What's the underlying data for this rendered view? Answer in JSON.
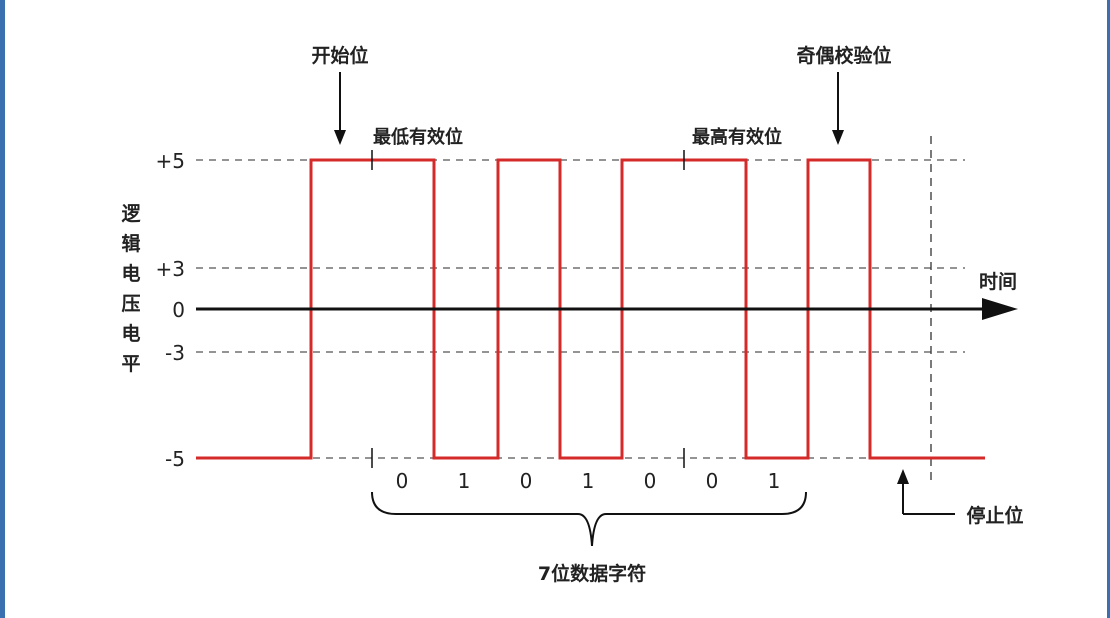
{
  "labels": {
    "start_bit": "开始位",
    "lsb": "最低有效位",
    "msb": "最高有效位",
    "parity_bit": "奇偶校验位",
    "stop_bit": "停止位",
    "time_axis": "时间",
    "y_axis": "逻辑电压电平",
    "data_char": "7位数据字符"
  },
  "levels": [
    "+5",
    "+3",
    "0",
    "-3",
    "-5"
  ],
  "data_bits": [
    "0",
    "1",
    "0",
    "1",
    "0",
    "0",
    "1"
  ],
  "colors": {
    "signal": "#d42a2a",
    "axis": "#111111",
    "dashed": "#555555",
    "frame": "#3a6fb0"
  }
}
